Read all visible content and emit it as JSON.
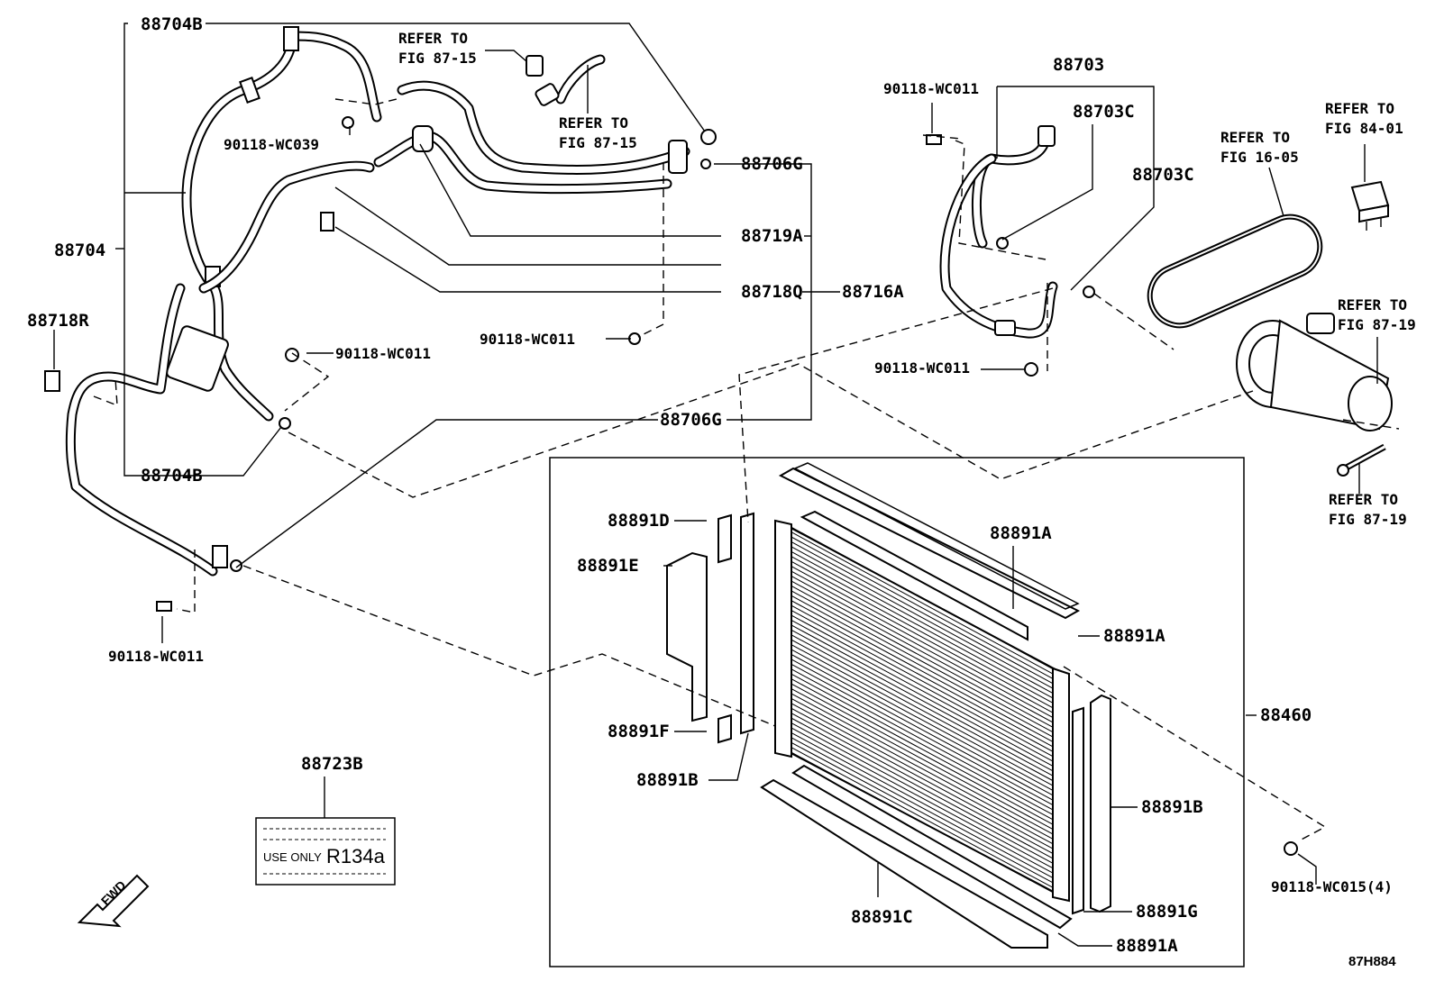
{
  "diagram_code": "87H884",
  "fwd_label": "FWD",
  "label_plate": {
    "part_number": "88723B",
    "use_only": "USE ONLY",
    "refrigerant": "R134a"
  },
  "refer_notes": {
    "fig_87_15_a": [
      "REFER TO",
      "FIG 87-15"
    ],
    "fig_87_15_b": [
      "REFER TO",
      "FIG 87-15"
    ],
    "fig_84_01": [
      "REFER TO",
      "FIG 84-01"
    ],
    "fig_16_05": [
      "REFER TO",
      "FIG 16-05"
    ],
    "fig_87_19_a": [
      "REFER TO",
      "FIG 87-19"
    ],
    "fig_87_19_b": [
      "REFER TO",
      "FIG 87-19"
    ]
  },
  "callouts": {
    "p88704B_top": "88704B",
    "p88704": "88704",
    "p88704B_bottom": "88704B",
    "p88718R": "88718R",
    "p90118_WC039": "90118-WC039",
    "p88706G_top": "88706G",
    "p88719A": "88719A",
    "p88718Q": "88718Q",
    "p88716A": "88716A",
    "p90118_WC011_mid": "90118-WC011",
    "p90118_WC011_hose": "90118-WC011",
    "p88706G_mid": "88706G",
    "p90118_WC011_left": "90118-WC011",
    "p88703": "88703",
    "p90118_WC011_right_top": "90118-WC011",
    "p88703C_a": "88703C",
    "p88703C_b": "88703C",
    "p90118_WC011_right_bot": "90118-WC011",
    "p88891D": "88891D",
    "p88891E": "88891E",
    "p88891F": "88891F",
    "p88891B_left": "88891B",
    "p88891A_top": "88891A",
    "p88891A_mid": "88891A",
    "p88460": "88460",
    "p88891B_right": "88891B",
    "p88891G": "88891G",
    "p88891C": "88891C",
    "p88891A_bottom": "88891A",
    "p90118_WC015": "90118-WC015(4)"
  }
}
